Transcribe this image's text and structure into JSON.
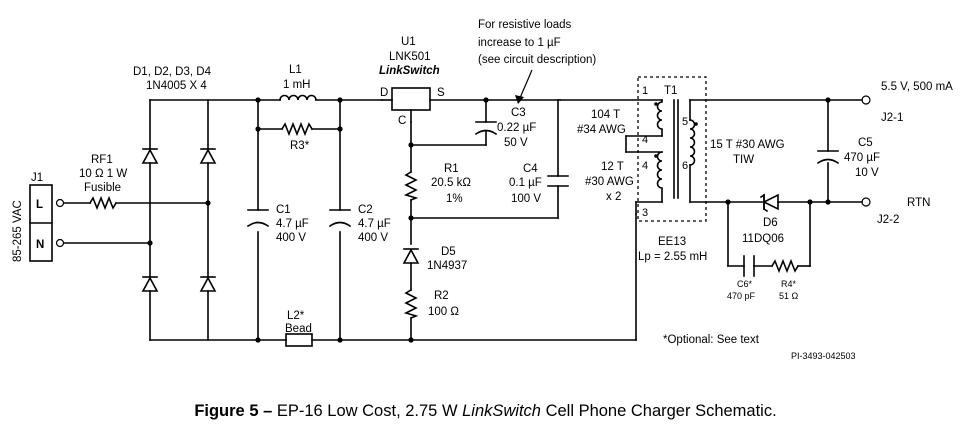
{
  "labels": {
    "input_voltage": "85-265 VAC",
    "j1": "J1",
    "j1_pin_l": "L",
    "j1_pin_n": "N",
    "rf1_name": "RF1",
    "rf1_value": "10 Ω 1 W",
    "rf1_type": "Fusible",
    "bridge_names": "D1, D2, D3, D4",
    "bridge_value": "1N4005 X 4",
    "l1_name": "L1",
    "l1_value": "1 mH",
    "r3_name": "R3*",
    "c1_name": "C1",
    "c1_cap": "4.7 µF",
    "c1_volt": "400 V",
    "c2_name": "C2",
    "c2_cap": "4.7 µF",
    "c2_volt": "400 V",
    "l2_name": "L2*",
    "l2_type": "Bead",
    "u1_name": "U1",
    "u1_part": "LNK501",
    "u1_family": "LinkSwitch",
    "u1_pin_d": "D",
    "u1_pin_s": "S",
    "u1_pin_c": "C",
    "note_line1": "For resistive loads",
    "note_line2": "increase to 1 µF",
    "note_line3": "(see circuit description)",
    "c3_name": "C3",
    "c3_cap": "0.22 µF",
    "c3_volt": "50 V",
    "r1_name": "R1",
    "r1_value": "20.5 kΩ",
    "r1_tol": "1%",
    "c4_name": "C4",
    "c4_cap": "0.1 µF",
    "c4_volt": "100 V",
    "d5_name": "D5",
    "d5_part": "1N4937",
    "r2_name": "R2",
    "r2_value": "100 Ω",
    "t1_name": "T1",
    "pri_turns": "104 T",
    "pri_wire": "#34 AWG",
    "bias_turns": "12 T",
    "bias_wire": "#30 AWG",
    "bias_mult": "x 2",
    "sec_turns": "15 T #30 AWG",
    "sec_wire": "TIW",
    "pin1": "1",
    "pin3": "3",
    "pin4a": "4",
    "pin4b": "4",
    "pin5": "5",
    "pin6": "6",
    "core": "EE13",
    "lp": "Lp = 2.55 mH",
    "c5_name": "C5",
    "c5_cap": "470 µF",
    "c5_volt": "10 V",
    "d6_name": "D6",
    "d6_part": "11DQ06",
    "c6_name": "C6*",
    "c6_value": "470 pF",
    "r4_name": "R4*",
    "r4_value": "51 Ω",
    "output_rating": "5.5 V, 500 mA",
    "j2_1": "J2-1",
    "rtn": "RTN",
    "j2_2": "J2-2",
    "optional_note": "*Optional: See text",
    "drawing_id": "PI-3493-042503"
  },
  "caption": {
    "figure": "Figure 5 –",
    "part1": " EP-16 Low Cost, 2.75 W ",
    "italic": "LinkSwitch",
    "part2": " Cell Phone Charger Schematic."
  }
}
